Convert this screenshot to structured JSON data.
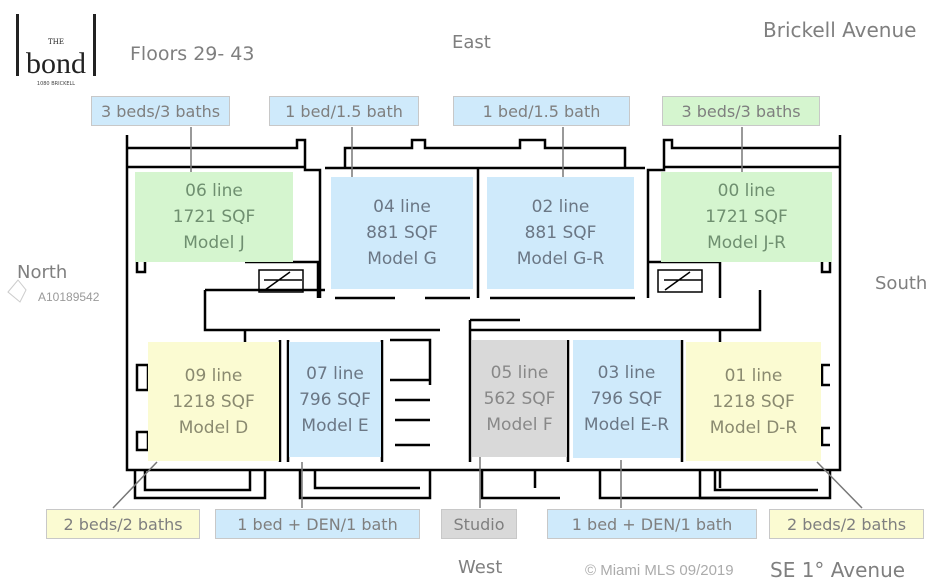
{
  "logo": {
    "the": "THE",
    "name": "bond",
    "address": "1080 BRICKELL"
  },
  "header": {
    "floors": "Floors 29- 43",
    "street_top": "Brickell Avenue"
  },
  "compass": {
    "east": "East",
    "west": "West",
    "north": "North",
    "south": "South"
  },
  "bottom_street": "SE 1° Avenue",
  "watermark": {
    "id": "A10189542",
    "copyright": "© Miami MLS 09/2019"
  },
  "colors": {
    "blue": "#cfeafb",
    "green": "#d5f5cf",
    "yellow": "#fbfbd2",
    "gray": "#d9d9d9",
    "text": "#7f7f7f",
    "wall": "#000000"
  },
  "top_tags": [
    {
      "label": "3 beds/3 baths",
      "color": "blue"
    },
    {
      "label": "1 bed/1.5 bath",
      "color": "blue"
    },
    {
      "label": "1 bed/1.5 bath",
      "color": "blue"
    },
    {
      "label": "3 beds/3 baths",
      "color": "green"
    }
  ],
  "bottom_tags": [
    {
      "label": "2 beds/2 baths",
      "color": "yellow"
    },
    {
      "label": "1 bed + DEN/1 bath",
      "color": "blue"
    },
    {
      "label": "Studio",
      "color": "gray"
    },
    {
      "label": "1 bed + DEN/1 bath",
      "color": "blue"
    },
    {
      "label": "2 beds/2 baths",
      "color": "yellow"
    }
  ],
  "units": [
    {
      "line": "06 line",
      "sqf": "1721 SQF",
      "model": "Model J",
      "color": "green"
    },
    {
      "line": "04 line",
      "sqf": "881 SQF",
      "model": "Model G",
      "color": "blue"
    },
    {
      "line": "02 line",
      "sqf": "881 SQF",
      "model": "Model G-R",
      "color": "blue"
    },
    {
      "line": "00 line",
      "sqf": "1721 SQF",
      "model": "Model J-R",
      "color": "green"
    },
    {
      "line": "09 line",
      "sqf": "1218 SQF",
      "model": "Model D",
      "color": "yellow"
    },
    {
      "line": "07 line",
      "sqf": "796 SQF",
      "model": "Model E",
      "color": "blue"
    },
    {
      "line": "05 line",
      "sqf": "562 SQF",
      "model": "Model F",
      "color": "gray"
    },
    {
      "line": "03 line",
      "sqf": "796 SQF",
      "model": "Model E-R",
      "color": "blue"
    },
    {
      "line": "01 line",
      "sqf": "1218 SQF",
      "model": "Model D-R",
      "color": "yellow"
    }
  ]
}
